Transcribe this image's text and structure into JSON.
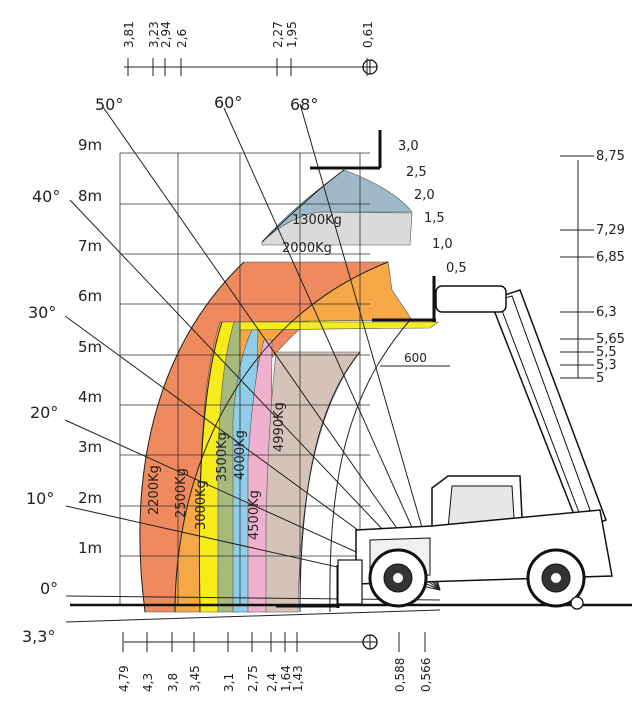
{
  "height_labels": [
    "9m",
    "8m",
    "7m",
    "6m",
    "5m",
    "4m",
    "3m",
    "2m",
    "1m"
  ],
  "angle_labels": [
    "68°",
    "60°",
    "50°",
    "40°",
    "30°",
    "20°",
    "10°",
    "0°",
    "3,3°"
  ],
  "extension_labels": [
    "3,0",
    "2,5",
    "2,0",
    "1,5",
    "1,0",
    "0,5"
  ],
  "load_labels": [
    "1300Kg",
    "2000Kg",
    "2200Kg",
    "2500Kg",
    "3000Kg",
    "3500Kg",
    "4000Kg",
    "4500Kg",
    "4990Kg"
  ],
  "top_dimensions": [
    "3,81",
    "3,23",
    "2,94",
    "2,6",
    "2,27",
    "1,95",
    "0,61"
  ],
  "bottom_dimensions": [
    "4,79",
    "4,3",
    "3,8",
    "3,45",
    "3,1",
    "2,75",
    "2,4",
    "1,64",
    "1,43",
    "0,588",
    "0,566"
  ],
  "right_dimensions": [
    "8,75",
    "7,29",
    "6,85",
    "6,3",
    "5,65",
    "5,5",
    "5,3",
    "5"
  ],
  "fork_dimension": "600",
  "zone_colors": {
    "z1300": "#9fb9c9",
    "z2000": "#d9dada",
    "z2200": "#ef8a5e",
    "z2500": "#f5a845",
    "z3000": "#f7ec1b",
    "z3500": "#a7ba7e",
    "z4000": "#8fcde9",
    "z4500": "#f0b1cf",
    "z4990": "#d5c3ba"
  }
}
